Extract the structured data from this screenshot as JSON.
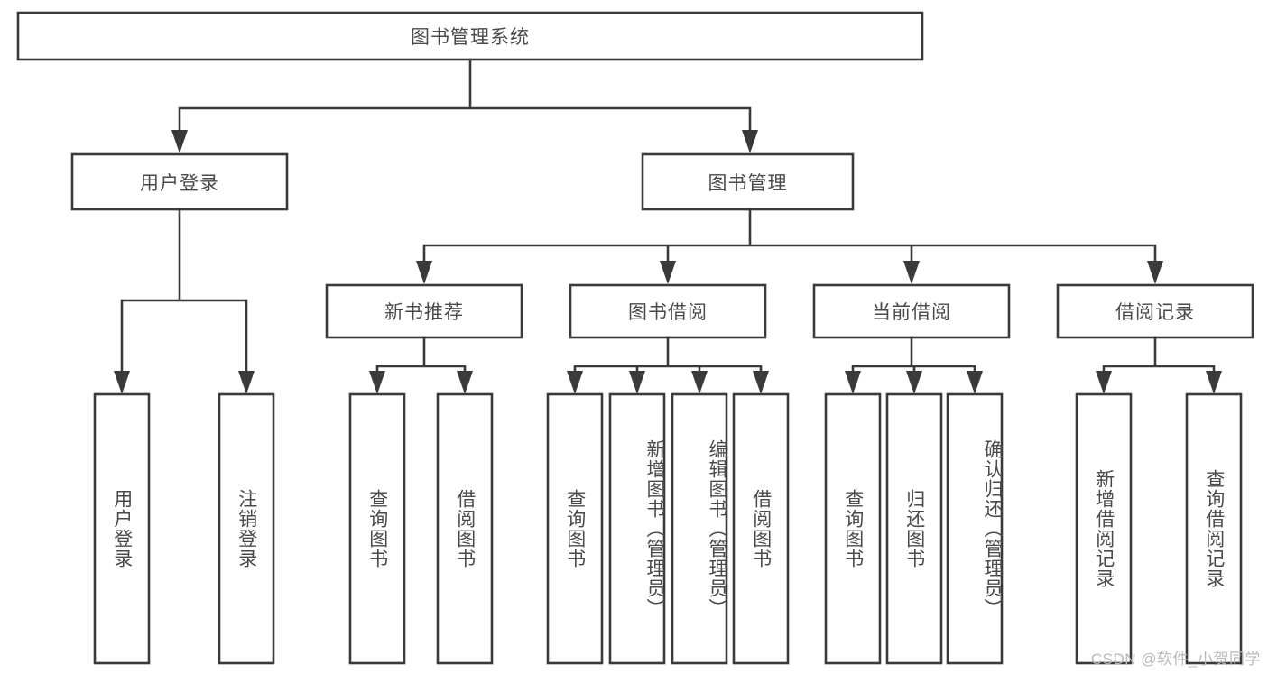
{
  "diagram": {
    "type": "tree-hierarchy",
    "title": "图书管理系统",
    "watermark": "CSDN @软件_小贺同学",
    "colors": {
      "background": "#ffffff",
      "box_fill": "#ffffff",
      "box_stroke": "#3a3a3a",
      "text": "#4a4a4a",
      "watermark": "#b9b9b9"
    },
    "root": {
      "id": "root",
      "label": "图书管理系统",
      "orientation": "horizontal"
    },
    "level1": [
      {
        "id": "user-login",
        "label": "用户登录",
        "orientation": "horizontal"
      },
      {
        "id": "book-management",
        "label": "图书管理",
        "orientation": "horizontal"
      }
    ],
    "level2": [
      {
        "id": "new-book-recommend",
        "label": "新书推荐",
        "orientation": "horizontal",
        "parent": "book-management"
      },
      {
        "id": "book-borrow",
        "label": "图书借阅",
        "orientation": "horizontal",
        "parent": "book-management"
      },
      {
        "id": "current-borrow",
        "label": "当前借阅",
        "orientation": "horizontal",
        "parent": "book-management"
      },
      {
        "id": "borrow-record",
        "label": "借阅记录",
        "orientation": "horizontal",
        "parent": "book-management"
      }
    ],
    "leaves": {
      "user-login": [
        {
          "id": "leaf-user-login",
          "label": "用户登录",
          "orientation": "vertical"
        },
        {
          "id": "leaf-logout-login",
          "label": "注销登录",
          "orientation": "vertical"
        }
      ],
      "new-book-recommend": [
        {
          "id": "leaf-query-book-1",
          "label": "查询图书",
          "orientation": "vertical"
        },
        {
          "id": "leaf-borrow-book-1",
          "label": "借阅图书",
          "orientation": "vertical"
        }
      ],
      "book-borrow": [
        {
          "id": "leaf-query-book-2",
          "label": "查询图书",
          "orientation": "vertical"
        },
        {
          "id": "leaf-add-book",
          "label": "新增图书（管理员）",
          "orientation": "vertical"
        },
        {
          "id": "leaf-edit-book",
          "label": "编辑图书（管理员）",
          "orientation": "vertical"
        },
        {
          "id": "leaf-borrow-book-2",
          "label": "借阅图书",
          "orientation": "vertical"
        }
      ],
      "current-borrow": [
        {
          "id": "leaf-query-book-3",
          "label": "查询图书",
          "orientation": "vertical"
        },
        {
          "id": "leaf-return-book",
          "label": "归还图书",
          "orientation": "vertical"
        },
        {
          "id": "leaf-confirm-return",
          "label": "确认归还（管理员）",
          "orientation": "vertical"
        }
      ],
      "borrow-record": [
        {
          "id": "leaf-add-record",
          "label": "新增借阅记录",
          "orientation": "vertical"
        },
        {
          "id": "leaf-query-record",
          "label": "查询借阅记录",
          "orientation": "vertical"
        }
      ]
    }
  }
}
